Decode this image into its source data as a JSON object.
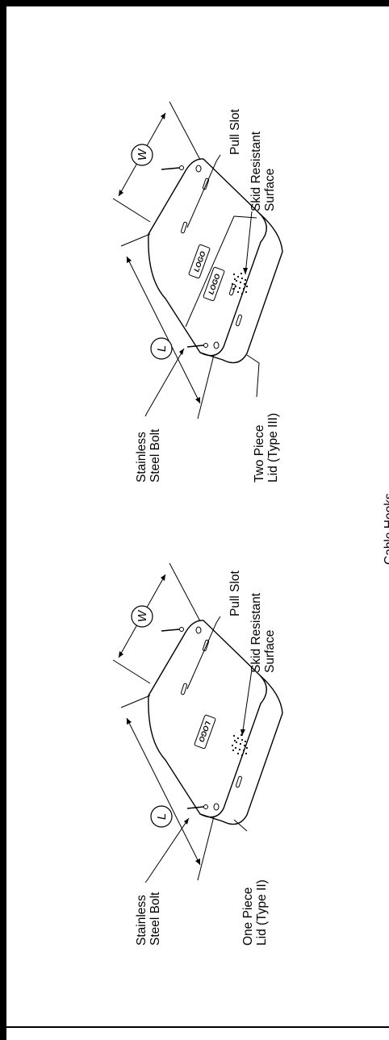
{
  "figures": [
    {
      "id": "two-piece",
      "bolt_label": [
        "Stainless",
        "Steel Bolt"
      ],
      "lid_label": [
        "Two Piece",
        "Lid (Type III)"
      ],
      "pull_slot_label": "Pull Slot",
      "skid_label": [
        "Skid Resistant",
        "Surface"
      ],
      "dim_length": "L",
      "dim_width": "W",
      "logos": [
        "LOGO",
        "LOGO"
      ]
    },
    {
      "id": "one-piece",
      "bolt_label": [
        "Stainless",
        "Steel Bolt"
      ],
      "lid_label": [
        "One Piece",
        "Lid (Type II)"
      ],
      "pull_slot_label": "Pull Slot",
      "skid_label": [
        "Skid Resistant",
        "Surface"
      ],
      "dim_length": "L",
      "dim_width": "W",
      "logos": [
        "LOGO"
      ]
    }
  ],
  "cable_hooks_label": "Cable Hooks"
}
